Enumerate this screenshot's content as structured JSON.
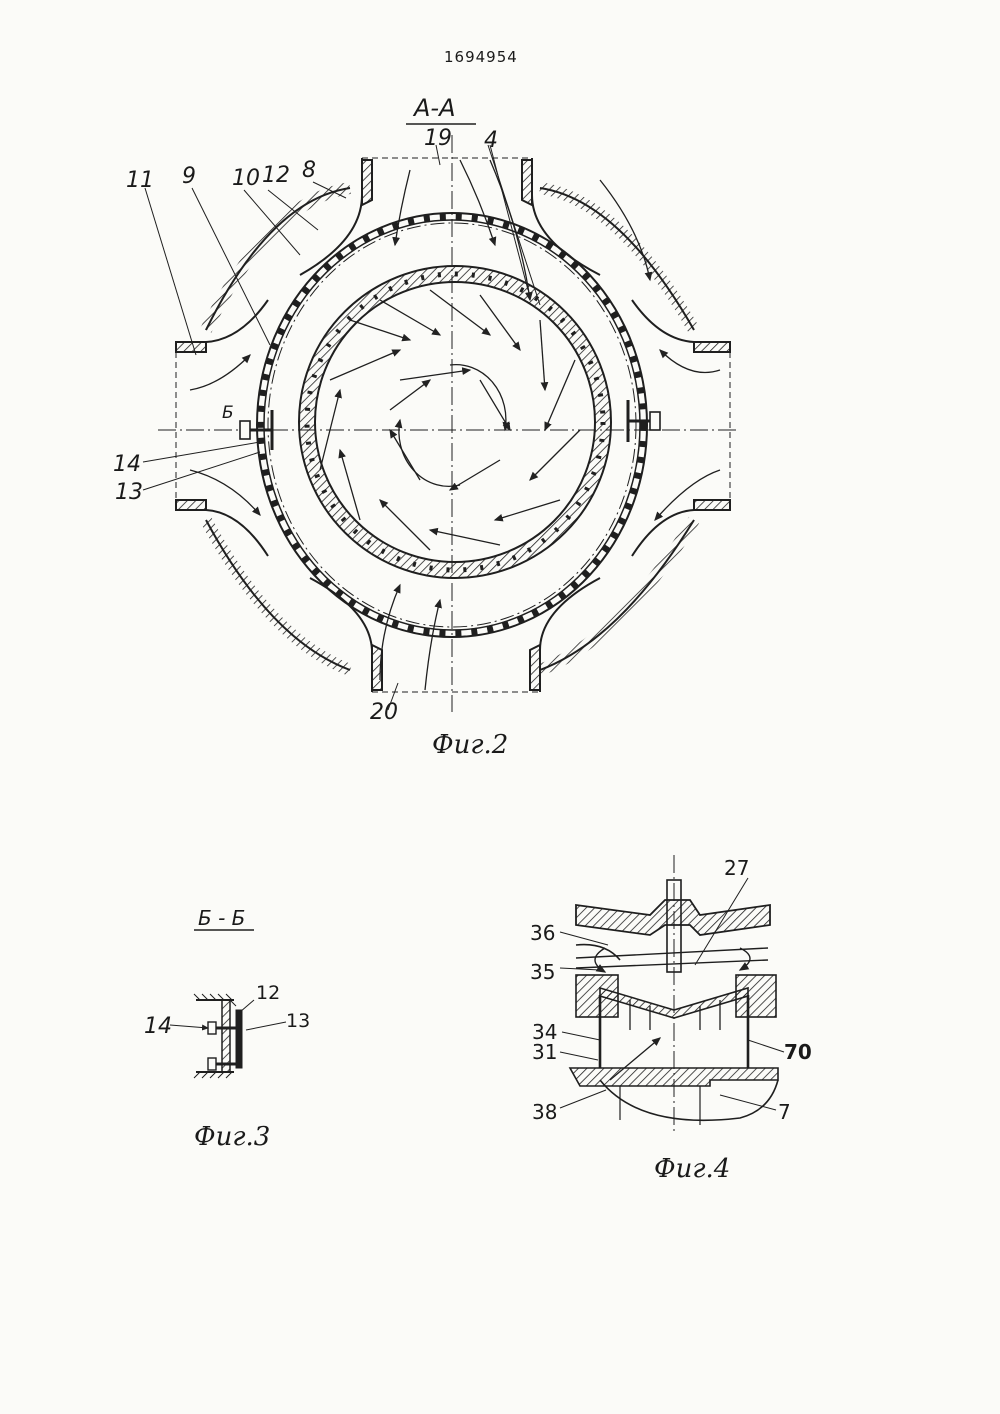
{
  "document_number": "1694954",
  "fig2": {
    "section": "А-А",
    "caption": "Фиг.2",
    "labels": [
      "11",
      "9",
      "10",
      "12",
      "8",
      "19",
      "4",
      "Б",
      "14",
      "13",
      "20"
    ]
  },
  "fig3": {
    "section": "Б - Б",
    "caption": "Фиг.3",
    "labels": [
      "12",
      "14",
      "13"
    ]
  },
  "fig4": {
    "caption": "Фиг.4",
    "labels": [
      "27",
      "36",
      "35",
      "34",
      "31",
      "70",
      "38",
      "7"
    ]
  }
}
